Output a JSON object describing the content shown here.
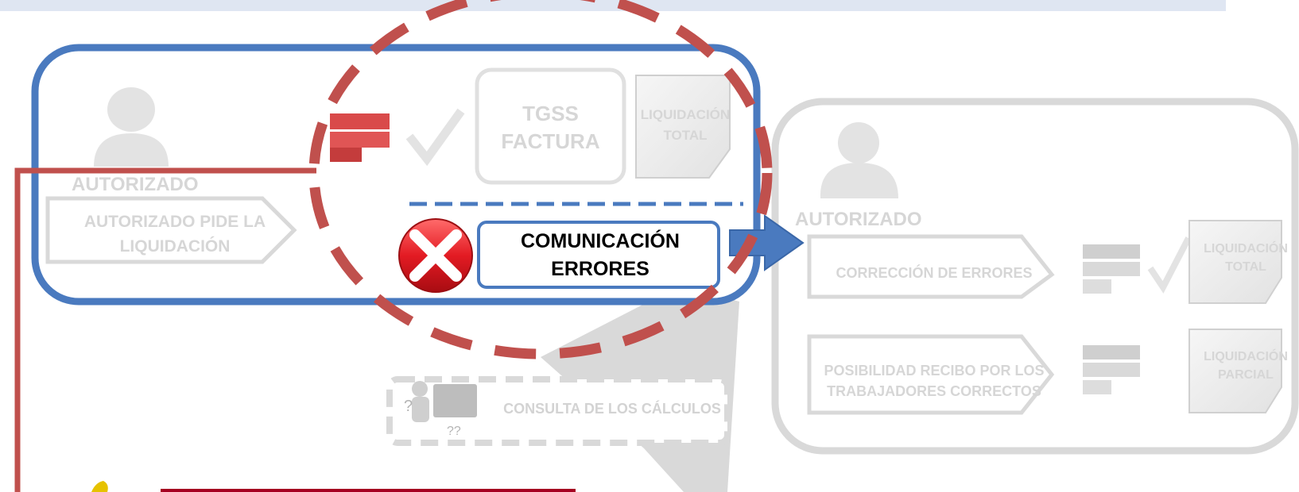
{
  "flow": {
    "left_panel": {
      "role_label": "AUTORIZADO",
      "request_label": "AUTORIZADO PIDE LA LIQUIDACIÓN",
      "invoice_label": "TGSS FACTURA",
      "settlement_label": "LIQUIDACIÓN TOTAL",
      "error_label": "COMUNICACIÓN ERRORES"
    },
    "callout": {
      "label": "CONSULTA DE LOS CÁLCULOS"
    },
    "right_panel": {
      "role_label": "AUTORIZADO",
      "correction_label": "CORRECCIÓN DE ERRORES",
      "total_label": "LIQUIDACIÓN TOTAL",
      "receipt_label": "POSIBILIDAD RECIBO POR LOS TRABAJADORES CORRECTOS",
      "partial_label": "LIQUIDACIÓN PARCIAL"
    }
  },
  "colors": {
    "blue": "#4a7abf",
    "red_dashed": "#c0504d",
    "grey": "#d9d9d9",
    "error_red": "#e31b23",
    "banner": "#a50021",
    "highlight": "#e6c200"
  }
}
